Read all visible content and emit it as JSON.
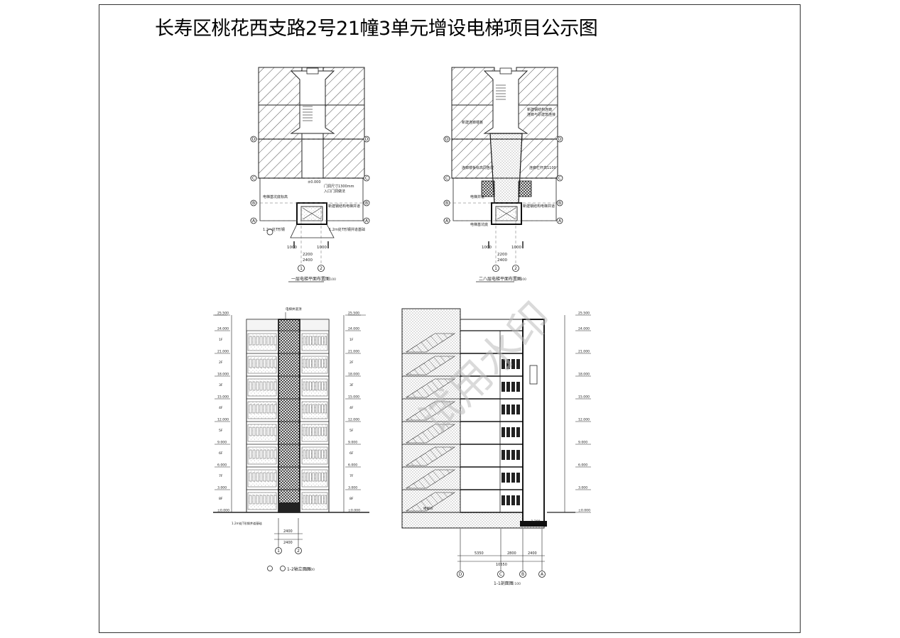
{
  "title": "长寿区桃花西支路2号21幢3单元增设电梯项目公示图",
  "watermark": "试用水印",
  "grid_labels": {
    "a": "A",
    "b": "B",
    "c": "C",
    "d": "D",
    "one": "1",
    "two": "2"
  },
  "plan1": {
    "caption": "一层电梯平面布置图",
    "scale": "1:100",
    "dims": {
      "left": "1000",
      "mid": "2200",
      "right": "1000",
      "total": "2400"
    },
    "level": "±0.000"
  },
  "plan2": {
    "caption": "二八层电梯平面布置图",
    "scale": "1:100",
    "dims": {
      "left": "1000",
      "mid": "2200",
      "right": "1000",
      "total": "2400"
    }
  },
  "elevation": {
    "caption": "1-2轴立面图",
    "scale": "1:100",
    "top_note": "电梯井道顶",
    "levels": [
      "25.500",
      "24.000",
      "21.000",
      "18.000",
      "15.000",
      "12.000",
      "9.000",
      "6.000",
      "3.000",
      "±0.000"
    ],
    "floors": [
      "8F",
      "7F",
      "6F",
      "5F",
      "4F",
      "3F",
      "2F",
      "1F"
    ],
    "dims": {
      "a": "2400",
      "b": "2400"
    },
    "note": "1.2m处T形钢井道基础"
  },
  "section": {
    "caption": "1-1剖面图",
    "scale": "1:100",
    "levels": [
      "25.500",
      "24.000",
      "21.000",
      "18.000",
      "15.000",
      "12.000",
      "9.000",
      "6.000",
      "3.000",
      "±0.000"
    ],
    "room": "楼梯间",
    "pit": "-1.200",
    "dims": {
      "a": "5350",
      "b": "2800",
      "c": "2400",
      "total": "10550"
    }
  }
}
